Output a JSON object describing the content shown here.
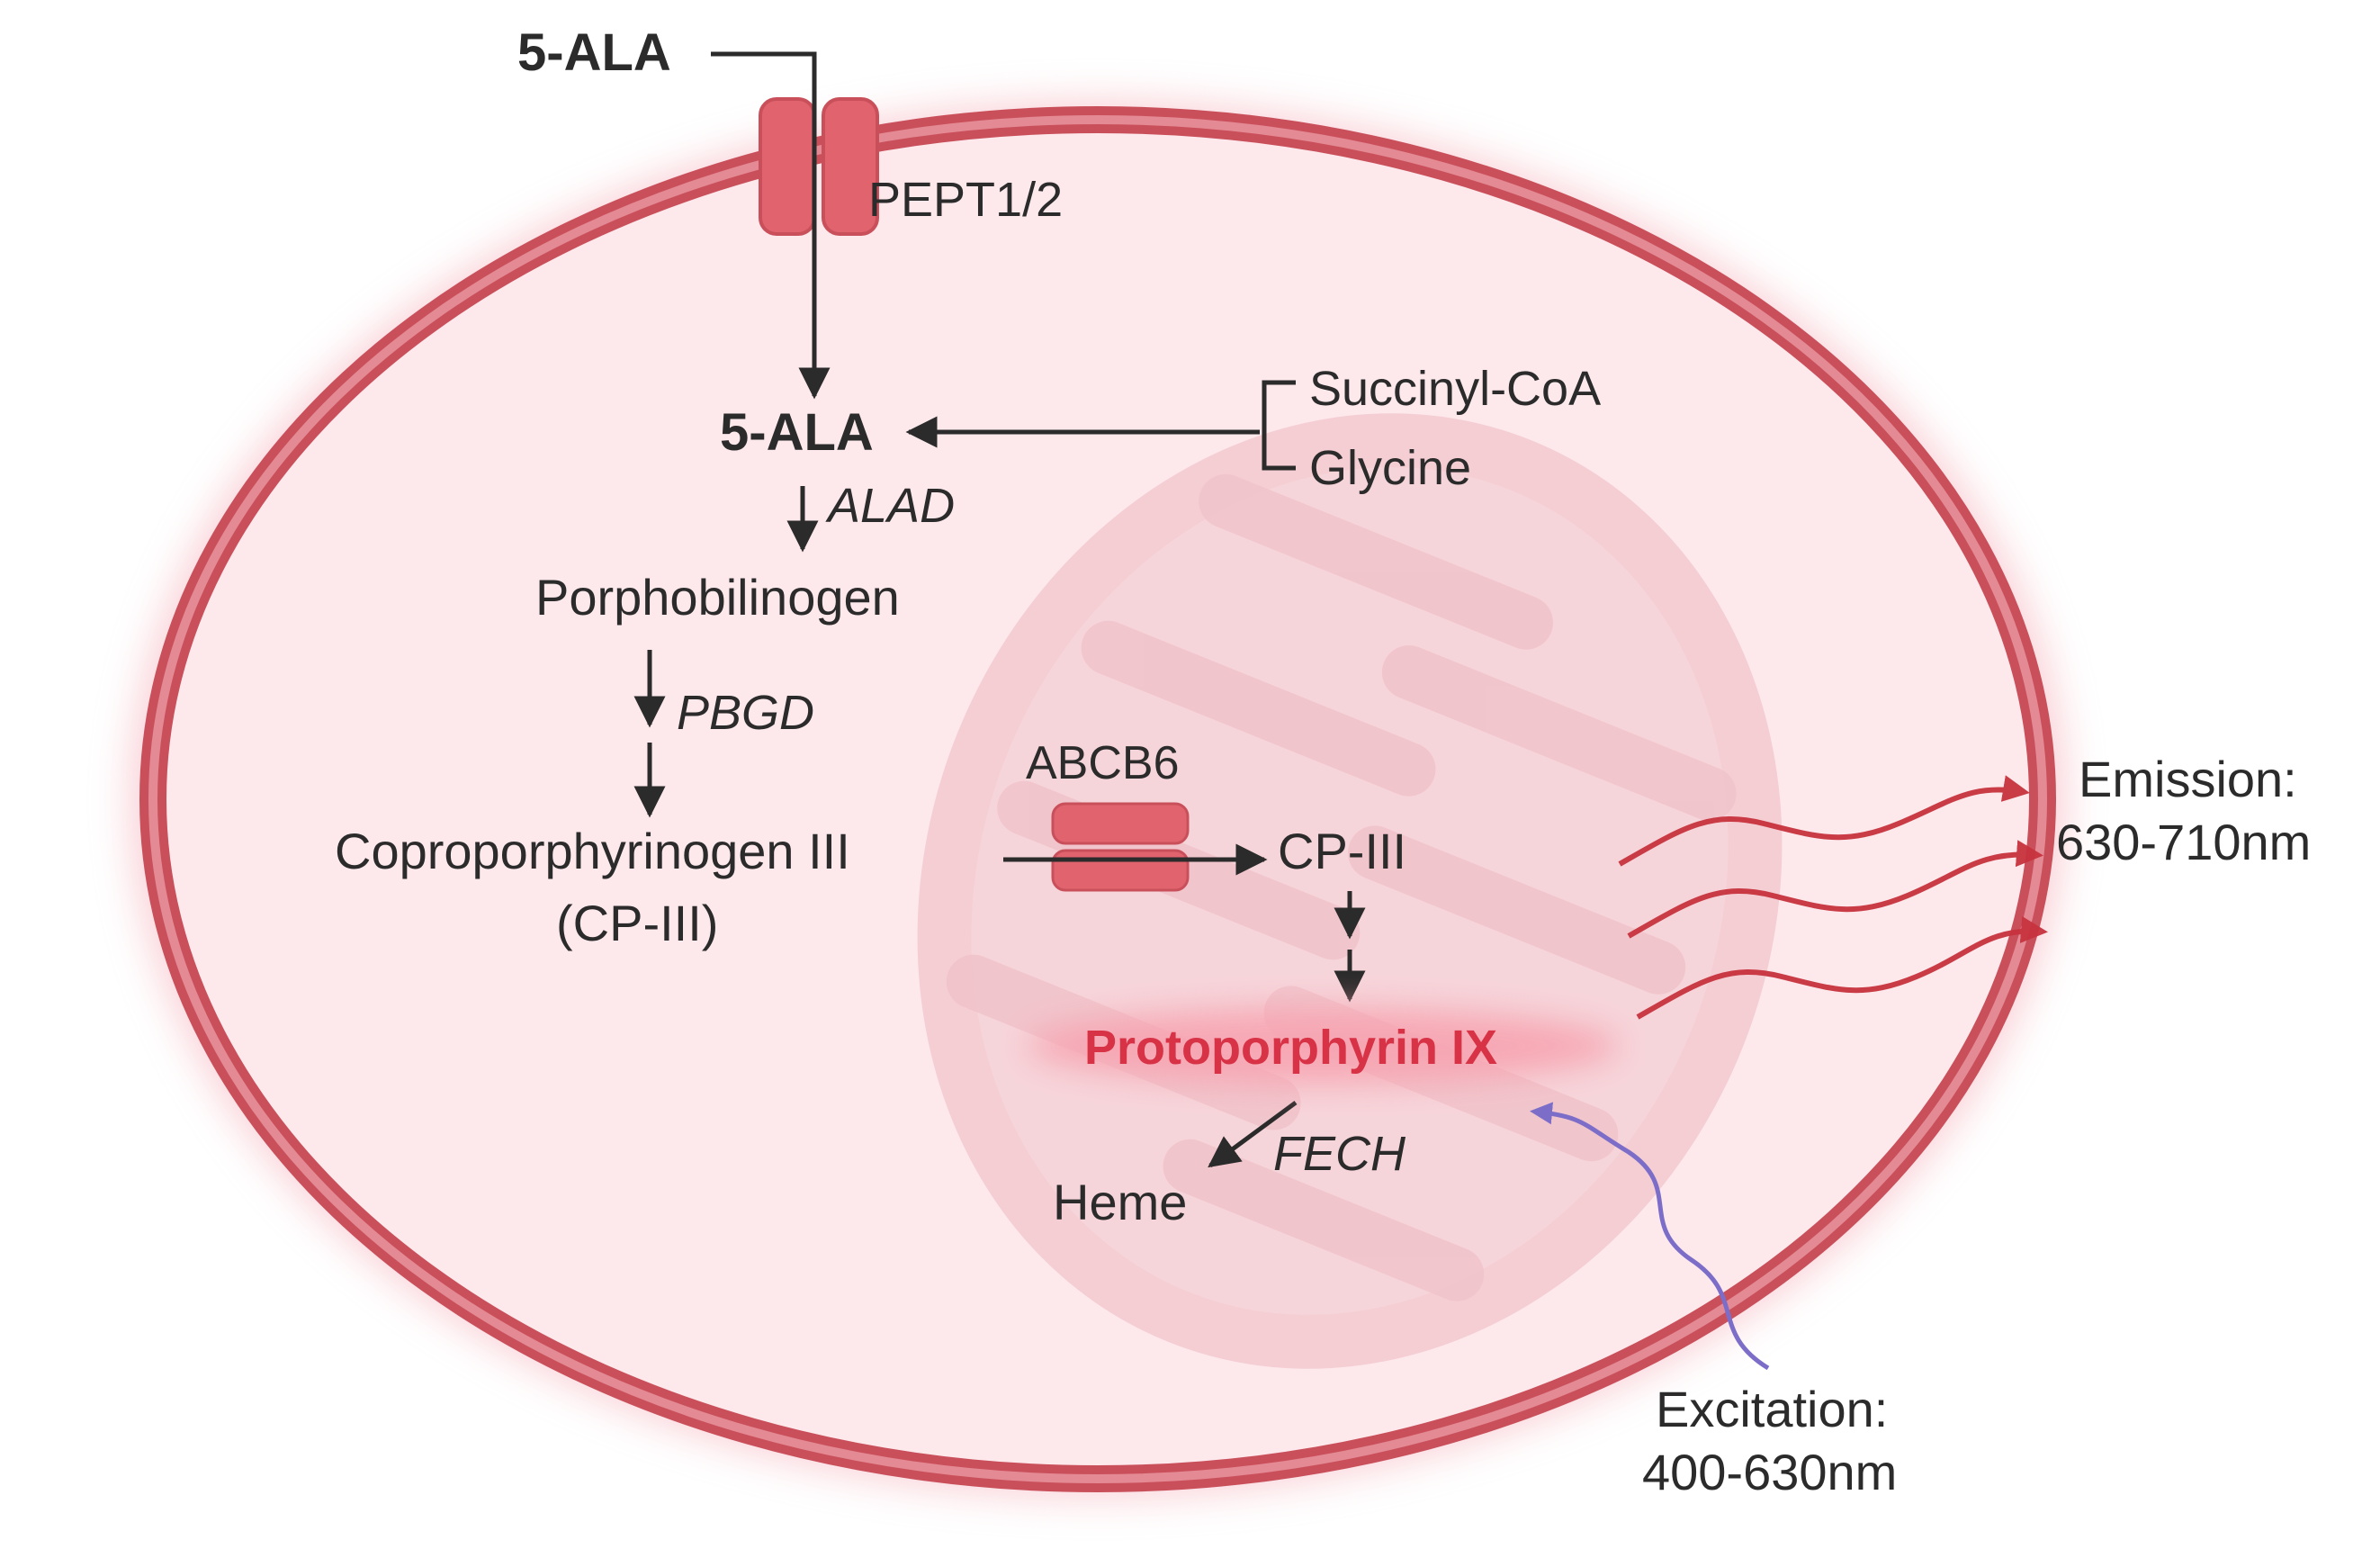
{
  "labels": {
    "ala_outside": "5-ALA",
    "transporter": "PEPT1/2",
    "ala_inside": "5-ALA",
    "succinyl_coa": "Succinyl-CoA",
    "glycine": "Glycine",
    "alad": "ALAD",
    "porphobilinogen": "Porphobilinogen",
    "pbgd": "PBGD",
    "coproporphyrinogen": "Coproporphyrinogen III",
    "cp_iii_abbrev": "(CP-III)",
    "abcb6": "ABCB6",
    "cp_iii": "CP-III",
    "protoporphyrin": "Protoporphyrin IX",
    "fech": "FECH",
    "heme": "Heme",
    "emission_label": "Emission:",
    "emission_range": "630-710nm",
    "excitation_label": "Excitation:",
    "excitation_range": "400-630nm"
  },
  "colors": {
    "cell_fill": "#fde9ec",
    "membrane": "#c9505b",
    "mitochondrion": "#f1c4cb",
    "transporter": "#e0636e",
    "protoporphyrin": "#d83246",
    "emission_arrow": "#c7333e",
    "excitation_arrow": "#7c6ec8",
    "text": "#2b2b2b"
  }
}
